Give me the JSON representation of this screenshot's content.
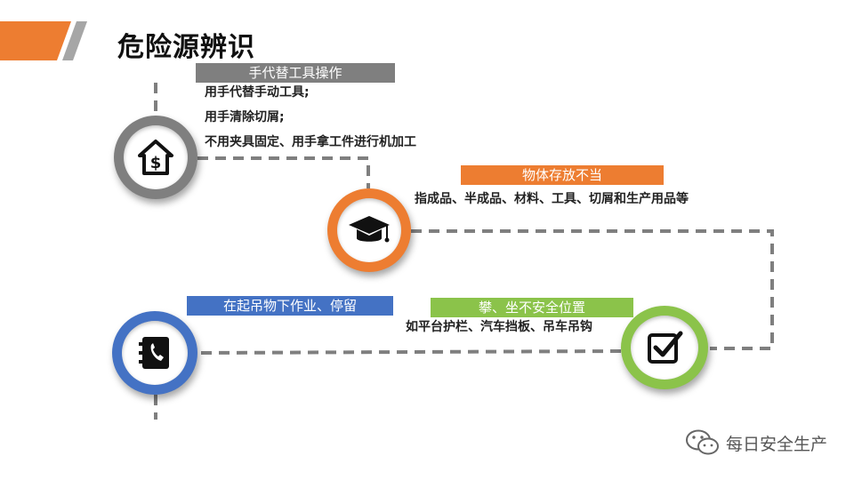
{
  "title": "危险源辨识",
  "colors": {
    "orange": "#ED7D31",
    "gray": "#7F7F7F",
    "blue": "#4472C4",
    "green": "#8BC34A",
    "dashed_line": "#7F7F7F"
  },
  "items": [
    {
      "label": "手代替工具操作",
      "color": "#7F7F7F",
      "icon": "house-dollar-icon",
      "details": [
        "用手代替手动工具;",
        "用手清除切屑;",
        "不用夹具固定、用手拿工件进行机加工"
      ]
    },
    {
      "label": "物体存放不当",
      "color": "#ED7D31",
      "icon": "graduation-cap-icon",
      "details": [
        "指成品、半成品、材料、工具、切屑和生产用品等"
      ]
    },
    {
      "label": "攀、坐不安全位置",
      "color": "#8BC34A",
      "icon": "checkbox-icon",
      "details": [
        "如平台护栏、汽车挡板、吊车吊钩"
      ]
    },
    {
      "label": "在起吊物下作业、停留",
      "color": "#4472C4",
      "icon": "phone-book-icon",
      "details": []
    }
  ],
  "watermark": "每日安全生产"
}
